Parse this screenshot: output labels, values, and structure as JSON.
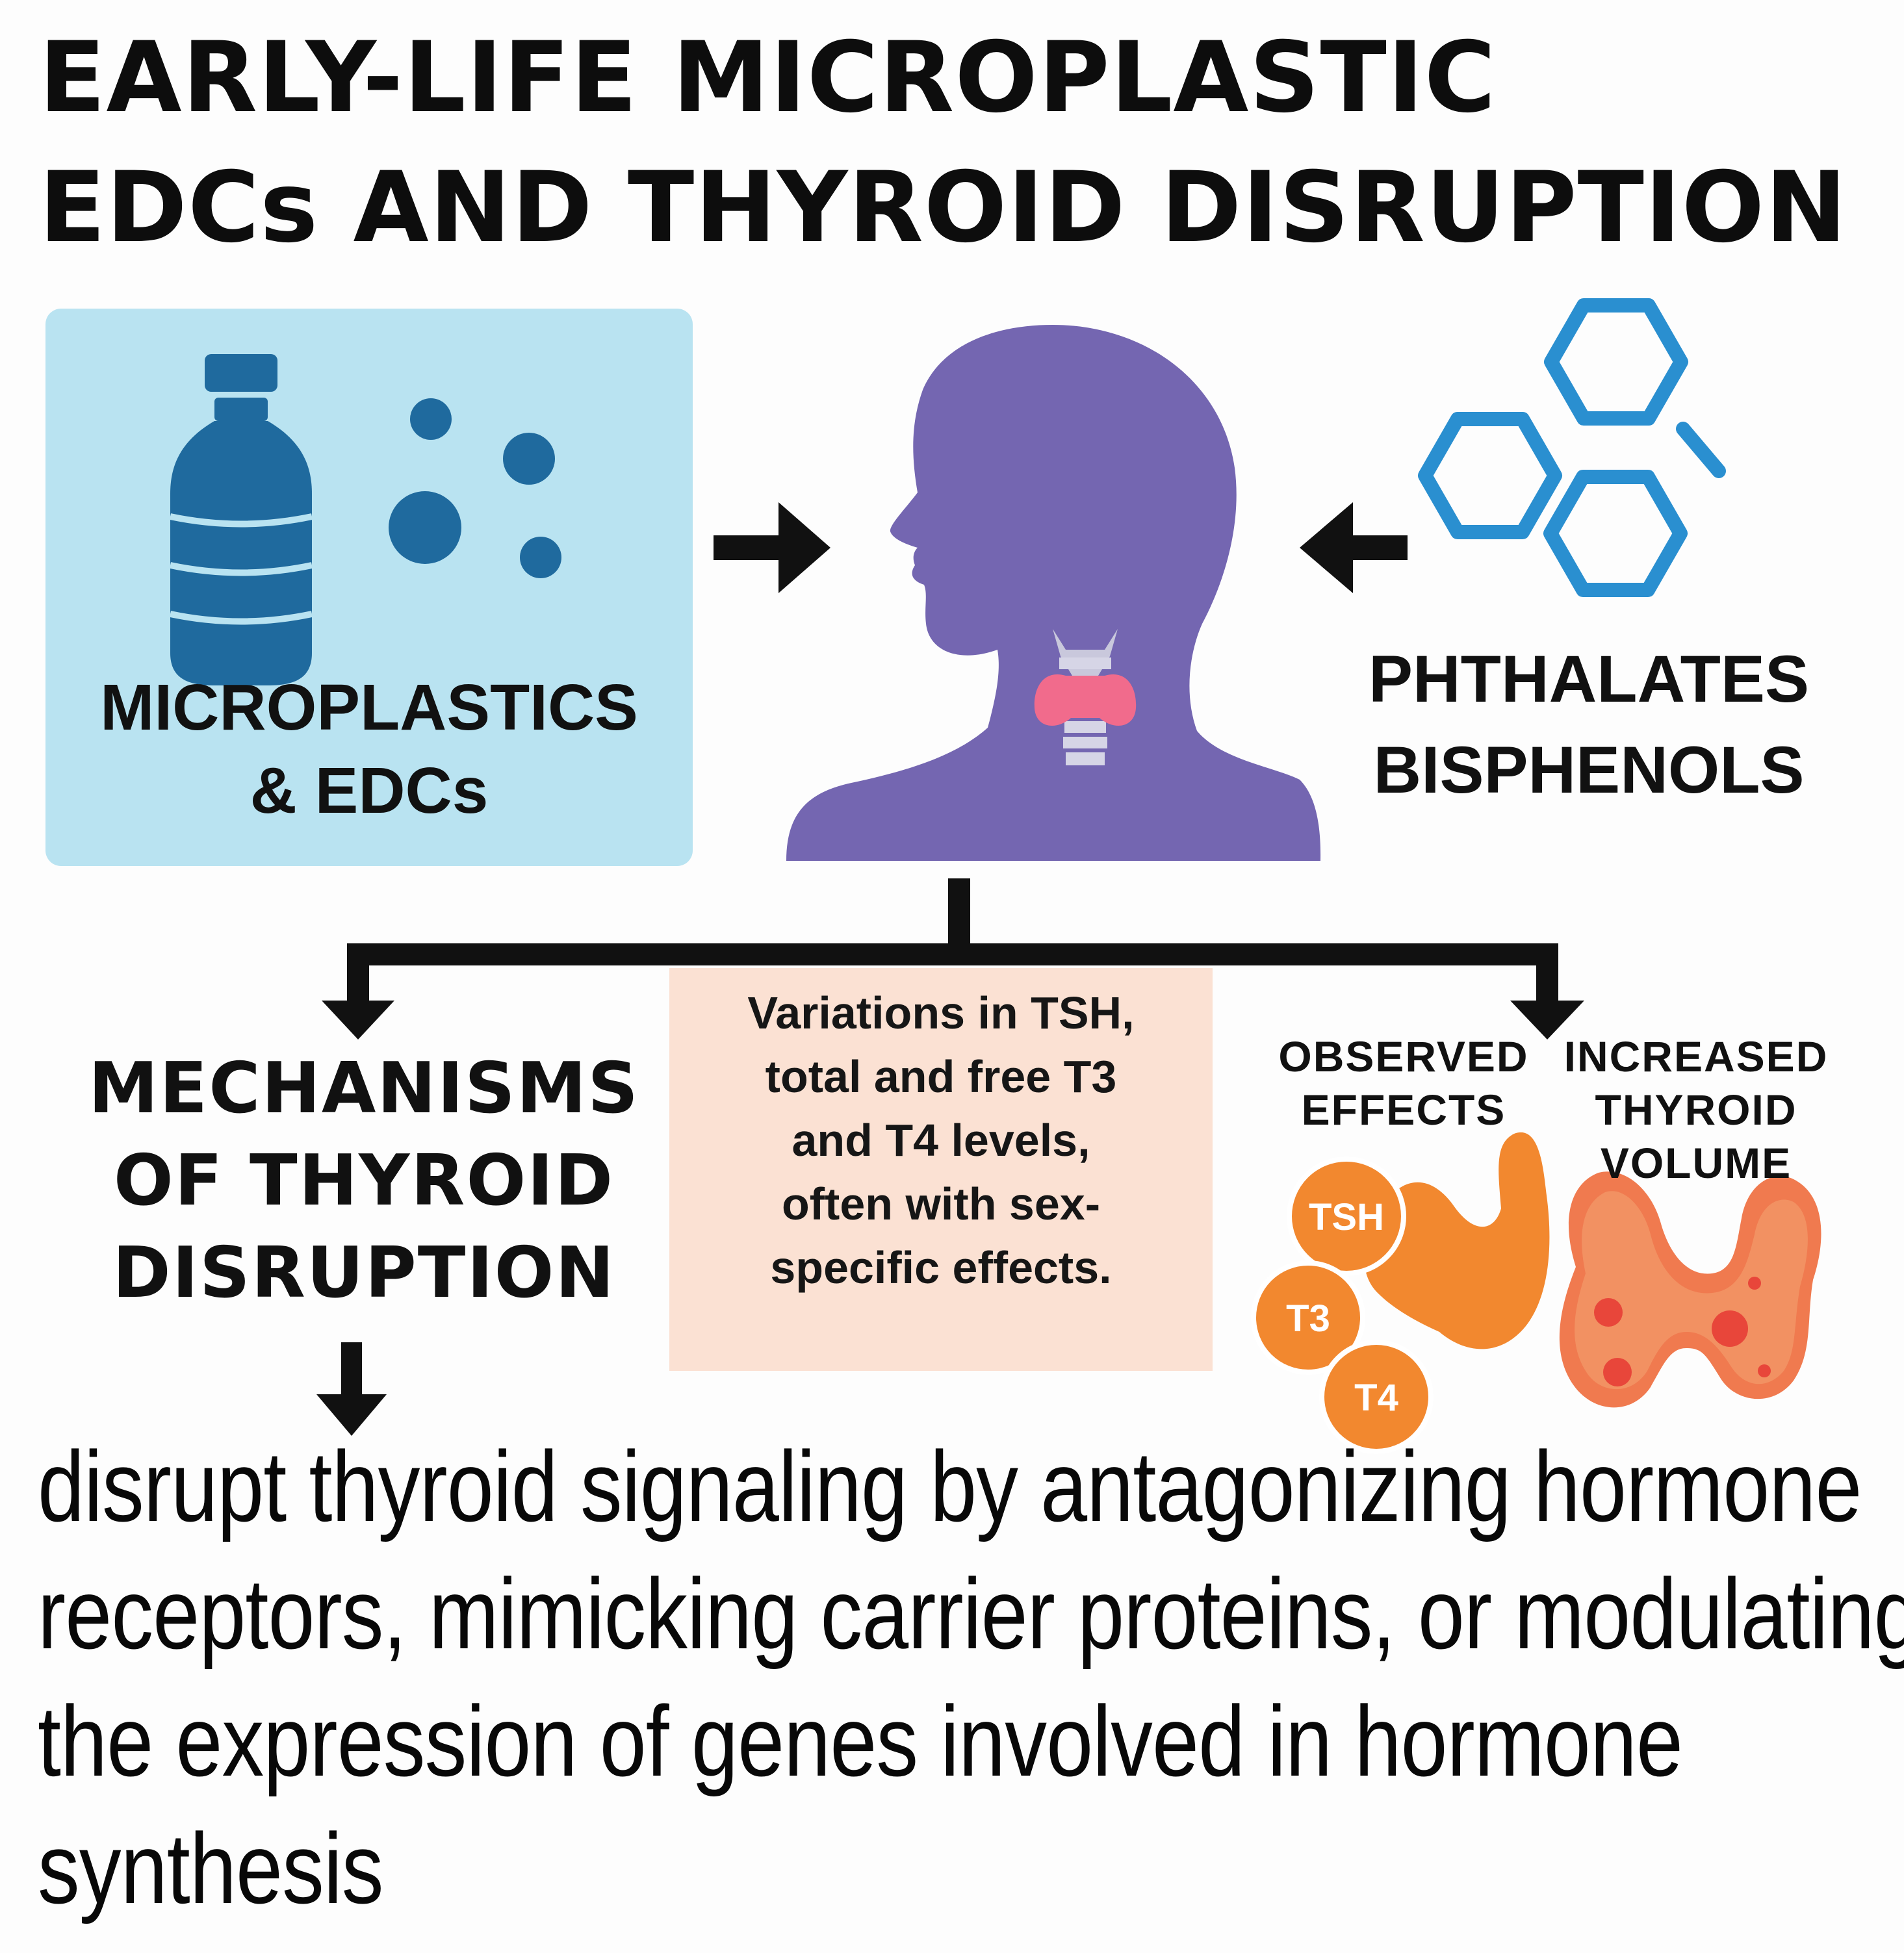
{
  "title": {
    "line1": "EARLY-LIFE MICROPLASTIC",
    "line2": "EDCs AND THYROID DISRUPTION"
  },
  "source": {
    "label_line1": "MICROPLASTICS",
    "label_line2": "& EDCs"
  },
  "chemicals": {
    "line1": "PHTHALATES",
    "line2": "BISPHENOLS"
  },
  "mechanisms": {
    "line1": "MECHANISMS",
    "line2": "OF THYROID",
    "line3": "DISRUPTION"
  },
  "variations": {
    "line1": "Variations in TSH,",
    "line2": "total and free T3",
    "line3": "and T4 levels,",
    "line4": "often with sex-",
    "line5": "specific effects."
  },
  "observed": {
    "line1": "OBSERVED",
    "line2": "EFFECTS",
    "hormones": [
      "TSH",
      "T3",
      "T4"
    ]
  },
  "volume": {
    "line1": "INCREASED",
    "line2": "THYROID",
    "line3": "VOLUME"
  },
  "explanation": {
    "line1": "disrupt thyroid signaling by antagonizing hormone",
    "line2": "receptors, mimicking carrier proteins, or modulating",
    "line3": "the expression of genes involved in hormone",
    "line4": "synthesis"
  },
  "colors": {
    "source_box": "#b9e3f1",
    "bottle": "#1f6a9e",
    "head": "#7466b1",
    "hexagon": "#2a8fd0",
    "variation_box": "#fbe1d3",
    "hormone": "#f2882f",
    "thyroid_volume": "#f07a4f"
  },
  "icons": [
    "bottle-icon",
    "microparticle-icon",
    "head-silhouette-icon",
    "thyroid-icon",
    "chemical-structure-icon",
    "arrow-icon"
  ]
}
